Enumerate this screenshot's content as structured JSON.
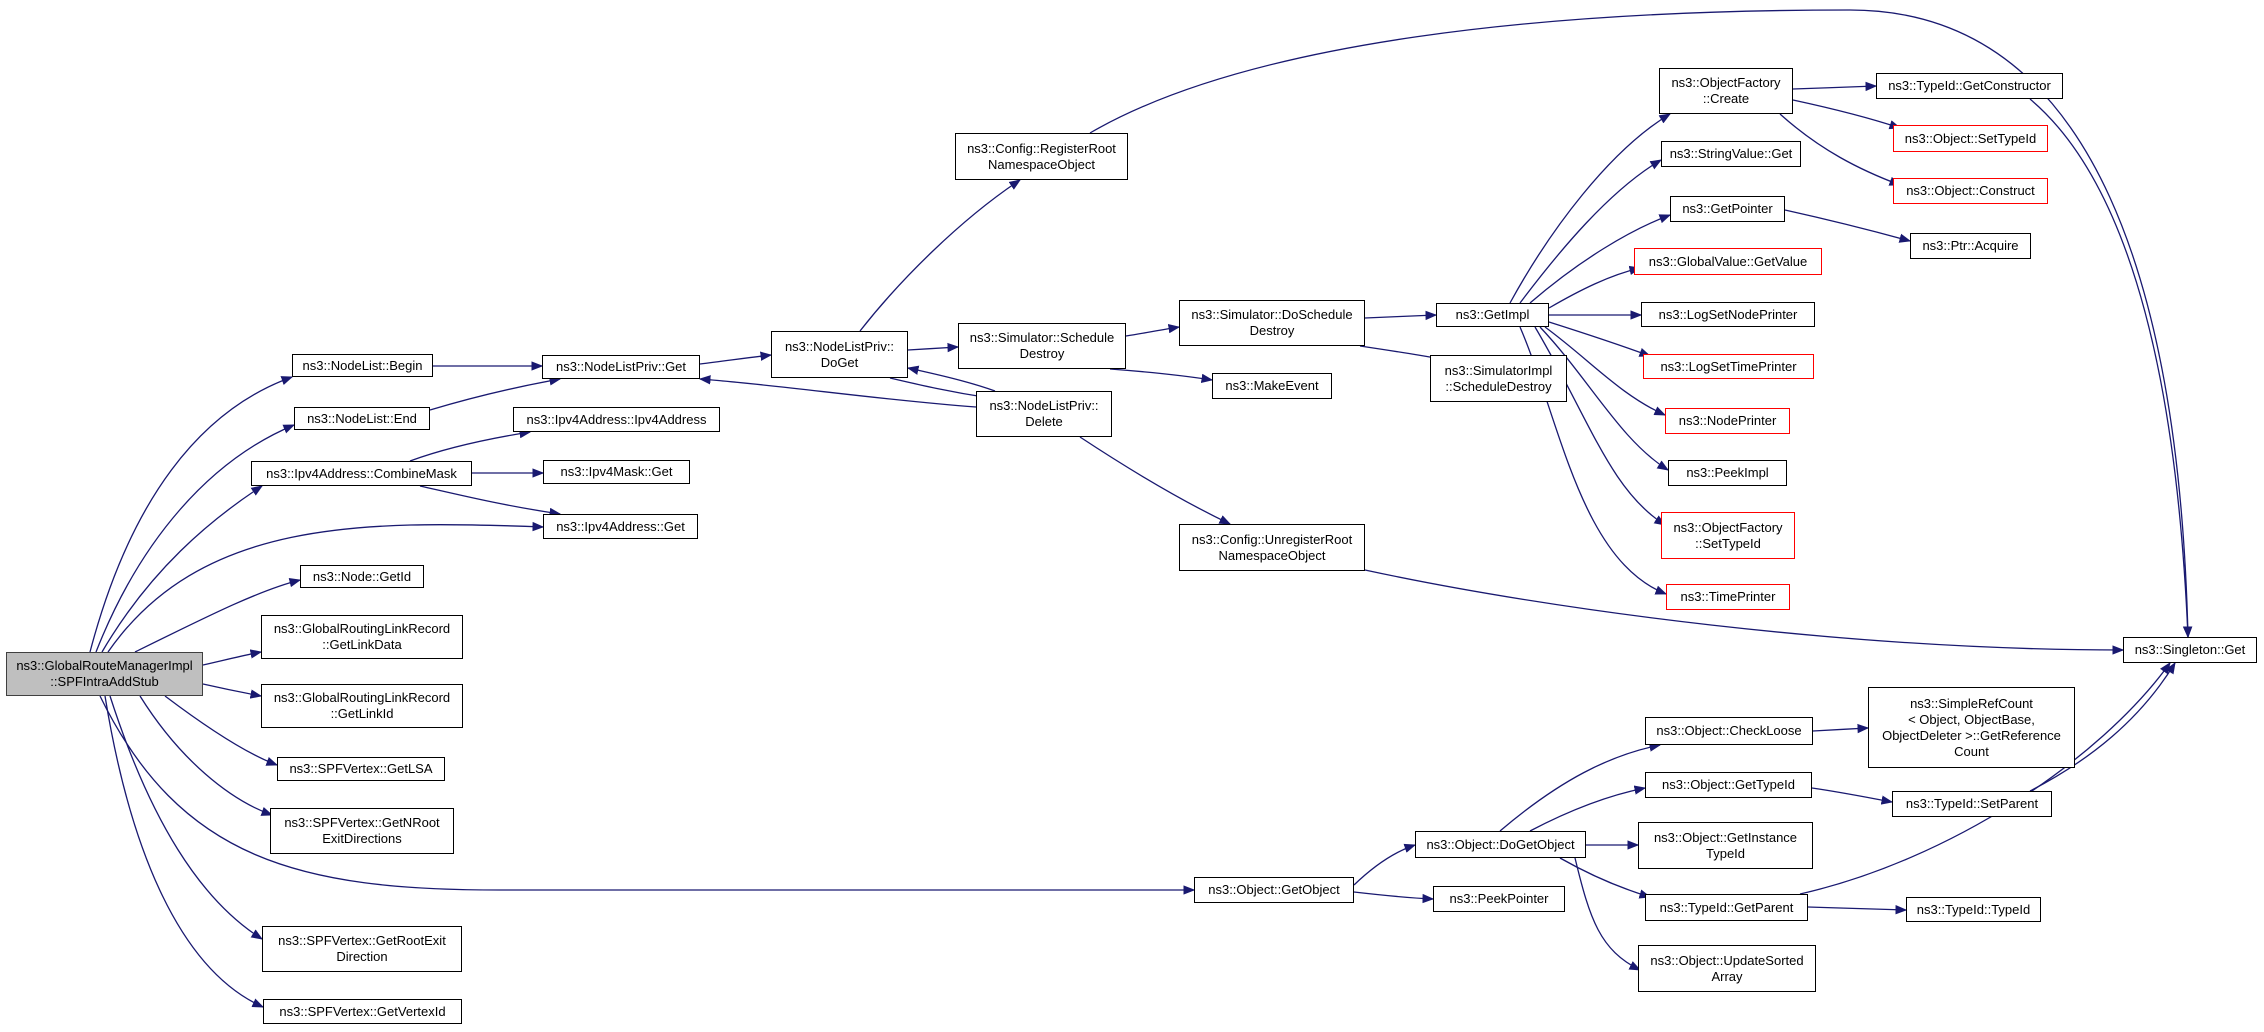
{
  "diagram": {
    "colors": {
      "edge": "#191970",
      "root_fill": "#bfbfbf",
      "border": "#000000",
      "truncated_border": "#ff0000"
    },
    "nodes": [
      {
        "id": "root",
        "lines": [
          "ns3::GlobalRouteManagerImpl",
          "::SPFIntraAddStub"
        ],
        "style": "root"
      },
      {
        "id": "nodelist_begin",
        "lines": [
          "ns3::NodeList::Begin"
        ]
      },
      {
        "id": "nodelist_end",
        "lines": [
          "ns3::NodeList::End"
        ]
      },
      {
        "id": "ipv4_combinemask",
        "lines": [
          "ns3::Ipv4Address::CombineMask"
        ]
      },
      {
        "id": "node_getid",
        "lines": [
          "ns3::Node::GetId"
        ]
      },
      {
        "id": "grlr_getlinkdata",
        "lines": [
          "ns3::GlobalRoutingLinkRecord",
          "::GetLinkData"
        ]
      },
      {
        "id": "grlr_getlinkid",
        "lines": [
          "ns3::GlobalRoutingLinkRecord",
          "::GetLinkId"
        ]
      },
      {
        "id": "spf_getlsa",
        "lines": [
          "ns3::SPFVertex::GetLSA"
        ]
      },
      {
        "id": "spf_getnroot",
        "lines": [
          "ns3::SPFVertex::GetNRoot",
          "ExitDirections"
        ]
      },
      {
        "id": "spf_getrootexit",
        "lines": [
          "ns3::SPFVertex::GetRootExit",
          "Direction"
        ]
      },
      {
        "id": "spf_getvertexid",
        "lines": [
          "ns3::SPFVertex::GetVertexId"
        ]
      },
      {
        "id": "nodelistpriv_get",
        "lines": [
          "ns3::NodeListPriv::Get"
        ]
      },
      {
        "id": "ipv4_ctor",
        "lines": [
          "ns3::Ipv4Address::Ipv4Address"
        ]
      },
      {
        "id": "ipv4mask_get",
        "lines": [
          "ns3::Ipv4Mask::Get"
        ]
      },
      {
        "id": "ipv4_get",
        "lines": [
          "ns3::Ipv4Address::Get"
        ]
      },
      {
        "id": "nodelistpriv_doget",
        "lines": [
          "ns3::NodeListPriv::",
          "DoGet"
        ]
      },
      {
        "id": "config_registerroot",
        "lines": [
          "ns3::Config::RegisterRoot",
          "NamespaceObject"
        ]
      },
      {
        "id": "sim_scheduledestroy",
        "lines": [
          "ns3::Simulator::Schedule",
          "Destroy"
        ]
      },
      {
        "id": "nodelistpriv_delete",
        "lines": [
          "ns3::NodeListPriv::",
          "Delete"
        ]
      },
      {
        "id": "sim_doscheduledestroy",
        "lines": [
          "ns3::Simulator::DoSchedule",
          "Destroy"
        ]
      },
      {
        "id": "makeevent",
        "lines": [
          "ns3::MakeEvent"
        ]
      },
      {
        "id": "config_unregisterroot",
        "lines": [
          "ns3::Config::UnregisterRoot",
          "NamespaceObject"
        ]
      },
      {
        "id": "getimpl",
        "lines": [
          "ns3::GetImpl"
        ]
      },
      {
        "id": "simimpl_scheduledestroy",
        "lines": [
          "ns3::SimulatorImpl",
          "::ScheduleDestroy"
        ]
      },
      {
        "id": "objfactory_create",
        "lines": [
          "ns3::ObjectFactory",
          "::Create"
        ]
      },
      {
        "id": "stringvalue_get",
        "lines": [
          "ns3::StringValue::Get"
        ]
      },
      {
        "id": "getpointer",
        "lines": [
          "ns3::GetPointer"
        ]
      },
      {
        "id": "globalvalue_getvalue",
        "lines": [
          "ns3::GlobalValue::GetValue"
        ],
        "style": "red"
      },
      {
        "id": "logsetnodeprinter",
        "lines": [
          "ns3::LogSetNodePrinter"
        ]
      },
      {
        "id": "logsettimeprinter",
        "lines": [
          "ns3::LogSetTimePrinter"
        ],
        "style": "red"
      },
      {
        "id": "nodeprinter",
        "lines": [
          "ns3::NodePrinter"
        ],
        "style": "red"
      },
      {
        "id": "peekimpl",
        "lines": [
          "ns3::PeekImpl"
        ]
      },
      {
        "id": "objfactory_settypeid",
        "lines": [
          "ns3::ObjectFactory",
          "::SetTypeId"
        ],
        "style": "red"
      },
      {
        "id": "timeprinter",
        "lines": [
          "ns3::TimePrinter"
        ],
        "style": "red"
      },
      {
        "id": "typeid_getconstructor",
        "lines": [
          "ns3::TypeId::GetConstructor"
        ]
      },
      {
        "id": "object_settypeid",
        "lines": [
          "ns3::Object::SetTypeId"
        ],
        "style": "red"
      },
      {
        "id": "object_construct",
        "lines": [
          "ns3::Object::Construct"
        ],
        "style": "red"
      },
      {
        "id": "ptr_acquire",
        "lines": [
          "ns3::Ptr::Acquire"
        ]
      },
      {
        "id": "singleton_get",
        "lines": [
          "ns3::Singleton::Get"
        ]
      },
      {
        "id": "object_getobject",
        "lines": [
          "ns3::Object::GetObject"
        ]
      },
      {
        "id": "object_dogetobject",
        "lines": [
          "ns3::Object::DoGetObject"
        ]
      },
      {
        "id": "peekpointer",
        "lines": [
          "ns3::PeekPointer"
        ]
      },
      {
        "id": "object_checkloose",
        "lines": [
          "ns3::Object::CheckLoose"
        ]
      },
      {
        "id": "object_gettypeid",
        "lines": [
          "ns3::Object::GetTypeId"
        ]
      },
      {
        "id": "object_getinstancetypeid",
        "lines": [
          "ns3::Object::GetInstance",
          "TypeId"
        ]
      },
      {
        "id": "typeid_getparent",
        "lines": [
          "ns3::TypeId::GetParent"
        ]
      },
      {
        "id": "object_updatesortedarray",
        "lines": [
          "ns3::Object::UpdateSorted",
          "Array"
        ]
      },
      {
        "id": "simplerefcount",
        "lines": [
          "ns3::SimpleRefCount",
          "< Object, ObjectBase,",
          "ObjectDeleter >::GetReference",
          "Count"
        ]
      },
      {
        "id": "typeid_setparent",
        "lines": [
          "ns3::TypeId::SetParent"
        ]
      },
      {
        "id": "typeid_typeid",
        "lines": [
          "ns3::TypeId::TypeId"
        ]
      }
    ]
  }
}
